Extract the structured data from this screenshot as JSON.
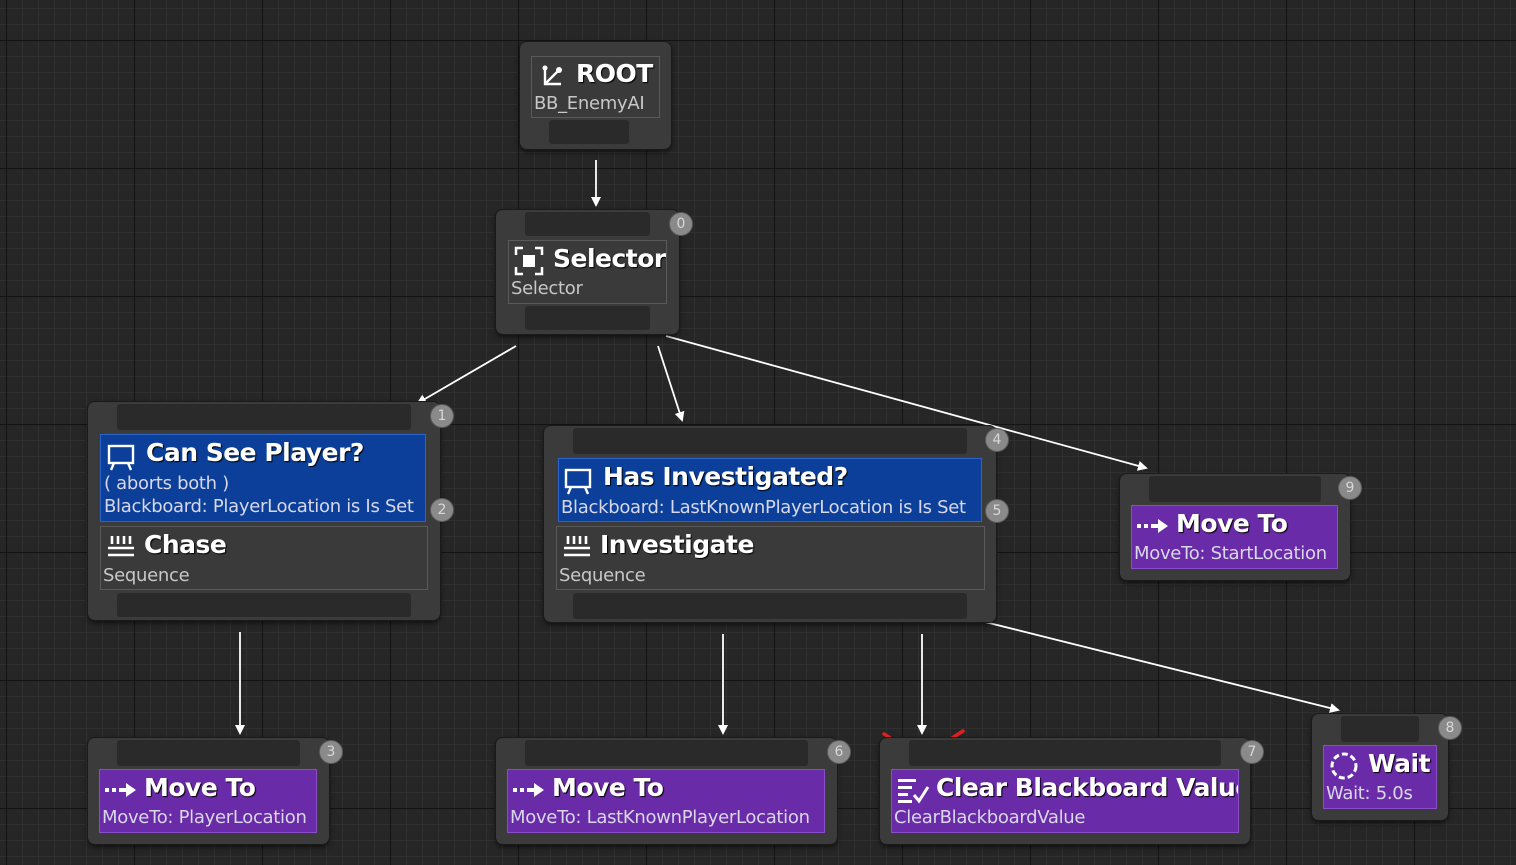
{
  "colors": {
    "background": "#262626",
    "composite_node": "#3a3a3a",
    "decorator": "#0b3f99",
    "task": "#6a2ba8",
    "wire": "#ffffff",
    "annotation": "#e02020"
  },
  "root": {
    "title": "ROOT",
    "blackboard": "BB_EnemyAI",
    "icon": "tree-root-icon"
  },
  "selector": {
    "index": "0",
    "title": "Selector",
    "subtitle": "Selector",
    "icon": "selector-icon"
  },
  "chase_branch": {
    "index": "1",
    "decorator": {
      "index": "2",
      "title": "Can See Player?",
      "line1": "( aborts both )",
      "line2": "Blackboard: PlayerLocation is Is Set",
      "icon": "blackboard-decorator-icon"
    },
    "composite": {
      "title": "Chase",
      "subtitle": "Sequence",
      "icon": "sequence-icon"
    }
  },
  "investigate_branch": {
    "index": "4",
    "decorator": {
      "index": "5",
      "title": "Has Investigated?",
      "line1": "Blackboard: LastKnownPlayerLocation is Is Set",
      "icon": "blackboard-decorator-icon"
    },
    "composite": {
      "title": "Investigate",
      "subtitle": "Sequence",
      "icon": "sequence-icon"
    }
  },
  "tasks": {
    "move_start": {
      "index": "9",
      "title": "Move To",
      "subtitle": "MoveTo: StartLocation",
      "icon": "move-to-icon"
    },
    "move_player": {
      "index": "3",
      "title": "Move To",
      "subtitle": "MoveTo: PlayerLocation",
      "icon": "move-to-icon"
    },
    "move_last": {
      "index": "6",
      "title": "Move To",
      "subtitle": "MoveTo: LastKnownPlayerLocation",
      "icon": "move-to-icon"
    },
    "clear_bb": {
      "index": "7",
      "title": "Clear Blackboard Value",
      "subtitle": "ClearBlackboardValue",
      "icon": "clear-blackboard-icon"
    },
    "wait": {
      "index": "8",
      "title": "Wait",
      "subtitle": "Wait: 5.0s",
      "icon": "wait-icon"
    }
  }
}
